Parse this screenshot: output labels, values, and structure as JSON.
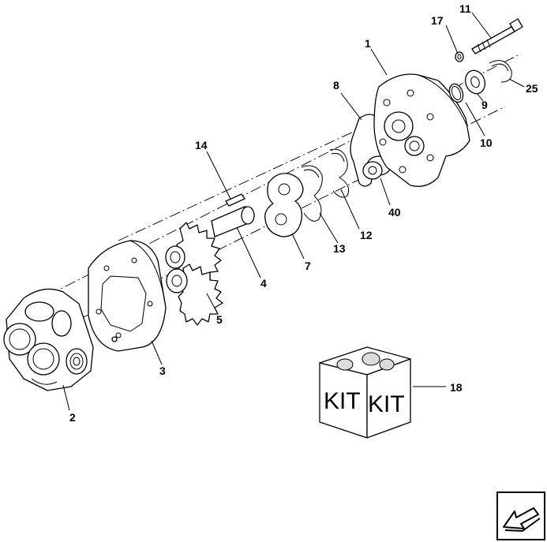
{
  "callouts": {
    "c1": "1",
    "c2": "2",
    "c3": "3",
    "c4": "4",
    "c5": "5",
    "c7": "7",
    "c8": "8",
    "c9": "9",
    "c10": "10",
    "c11": "11",
    "c12": "12",
    "c13": "13",
    "c14": "14",
    "c17": "17",
    "c18": "18",
    "c25": "25",
    "c40": "40"
  },
  "kit_box": {
    "left_label": "KIT",
    "right_label": "KIT"
  },
  "navigation": {
    "icon": "back-arrow-icon"
  }
}
